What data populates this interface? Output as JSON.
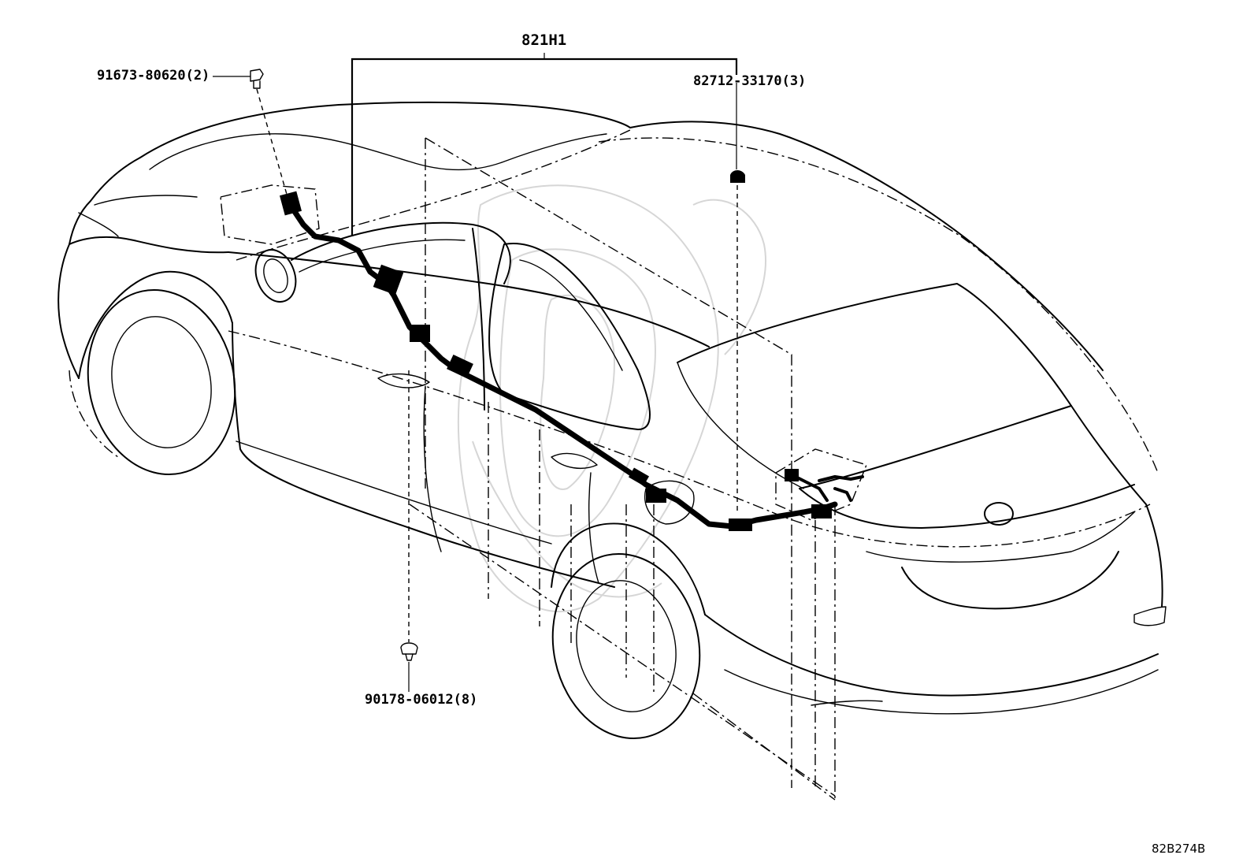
{
  "diagram": {
    "assembly_label": "821H1",
    "parts": {
      "bolt": "91673-80620(2)",
      "clamp": "82712-33170(3)",
      "clip": "90178-06012(8)"
    },
    "reference_code": "82B274B"
  }
}
